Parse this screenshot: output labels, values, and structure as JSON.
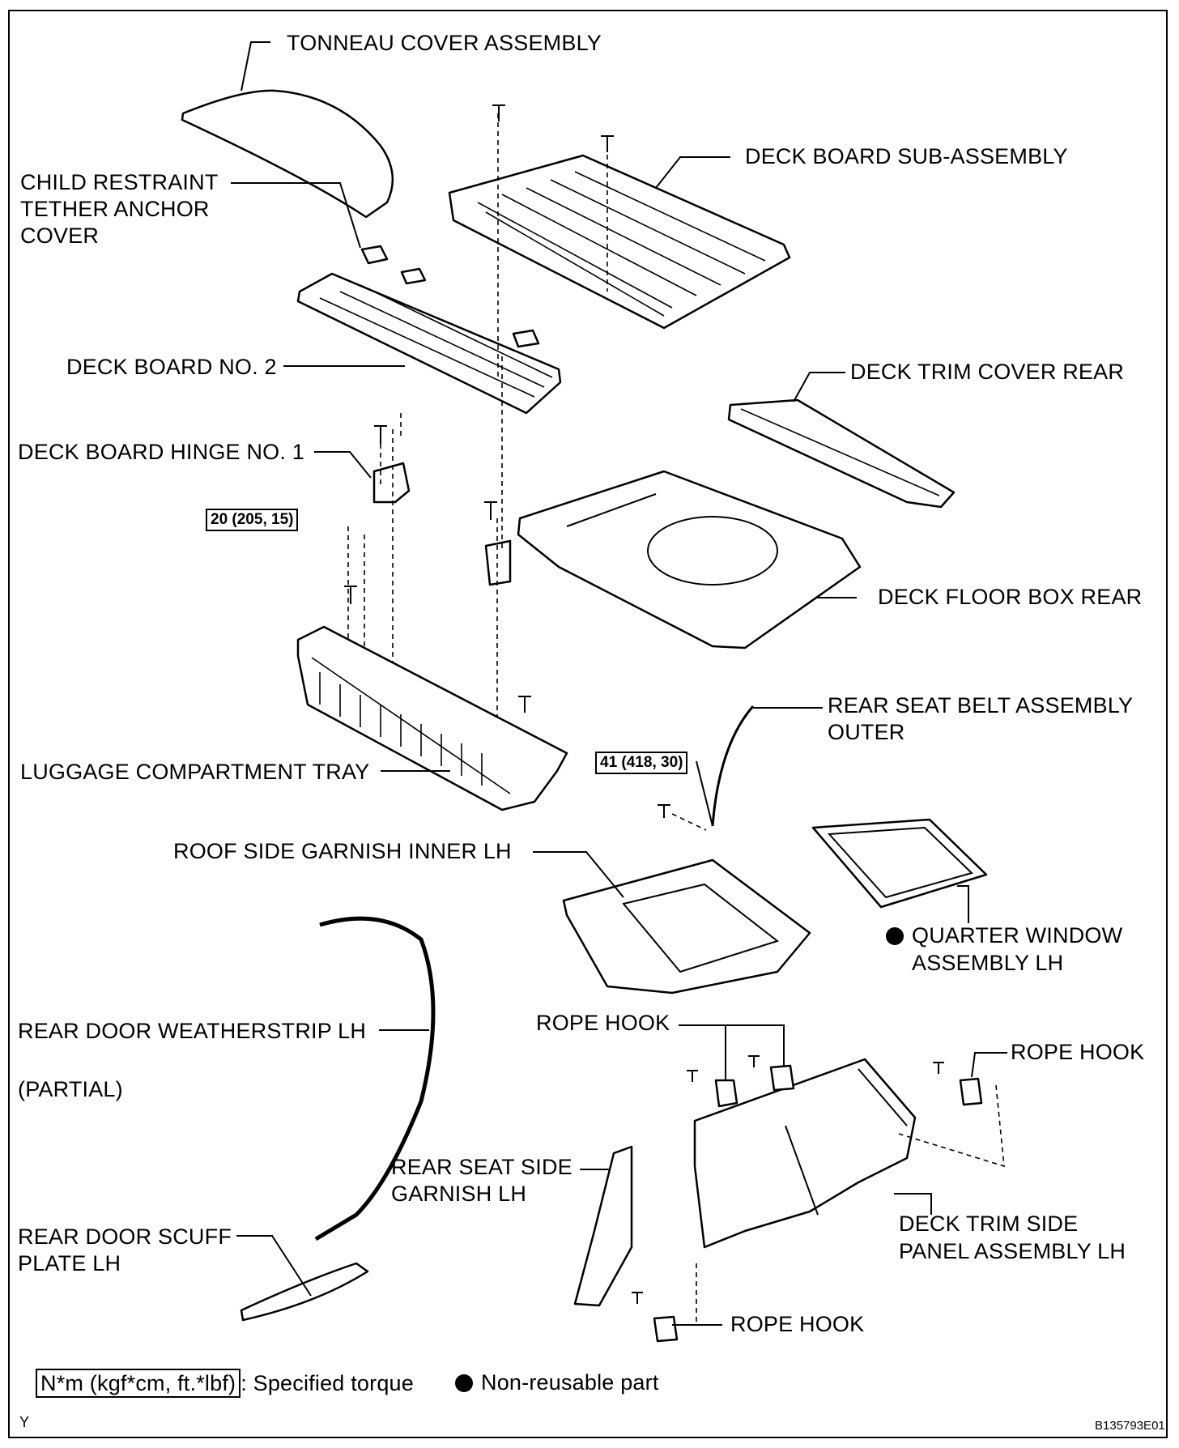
{
  "labels": {
    "tonneau_cover": "TONNEAU COVER ASSEMBLY",
    "deck_board_sub": "DECK BOARD SUB-ASSEMBLY",
    "child_restraint_1": "CHILD RESTRAINT",
    "child_restraint_2": "TETHER ANCHOR",
    "child_restraint_3": "COVER",
    "deck_board_no2": "DECK BOARD NO. 2",
    "deck_trim_cover_rear": "DECK TRIM COVER REAR",
    "deck_board_hinge": "DECK BOARD HINGE NO. 1",
    "deck_floor_box_rear": "DECK FLOOR BOX REAR",
    "rear_seat_belt_1": "REAR SEAT BELT ASSEMBLY",
    "rear_seat_belt_2": "OUTER",
    "luggage_tray": "LUGGAGE COMPARTMENT TRAY",
    "roof_side_garnish": "ROOF SIDE GARNISH INNER LH",
    "quarter_window_1": "QUARTER WINDOW",
    "quarter_window_2": "ASSEMBLY LH",
    "rear_door_weatherstrip": "REAR DOOR WEATHERSTRIP LH",
    "partial": "(PARTIAL)",
    "rope_hook_top": "ROPE HOOK",
    "rope_hook_right": "ROPE HOOK",
    "rear_seat_side_garnish_1": "REAR SEAT SIDE",
    "rear_seat_side_garnish_2": "GARNISH LH",
    "rear_door_scuff_1": "REAR DOOR SCUFF",
    "rear_door_scuff_2": "PLATE LH",
    "deck_trim_side_1": "DECK TRIM SIDE",
    "deck_trim_side_2": "PANEL ASSEMBLY LH",
    "rope_hook_bottom": "ROPE HOOK"
  },
  "torques": {
    "hinge": "20 (205, 15)",
    "seat_belt": "41 (418, 30)"
  },
  "legend": {
    "torque_unit": "N*m (kgf*cm, ft.*lbf)",
    "torque_desc": ": Specified torque",
    "nonreusable_desc": "Non-reusable part"
  },
  "footer": {
    "corner_letter": "Y",
    "figure_id": "B135793E01"
  }
}
